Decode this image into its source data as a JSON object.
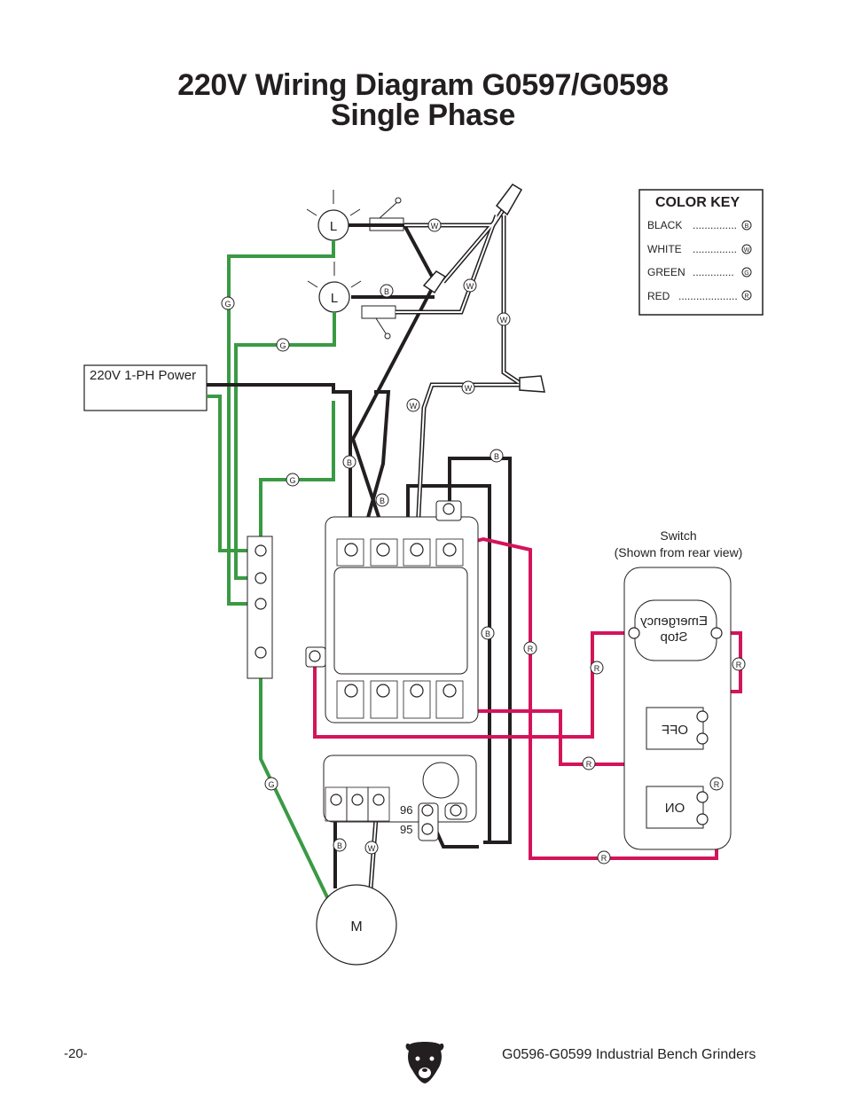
{
  "title": {
    "line1": "220V Wiring Diagram G0597/G0598",
    "line2": "Single Phase"
  },
  "color_key": {
    "heading": "COLOR KEY",
    "entries": [
      {
        "name": "BLACK",
        "dots": "...............",
        "code": "B",
        "color": "#231f20"
      },
      {
        "name": "WHITE",
        "dots": "...............",
        "code": "W",
        "color": "#ffffff"
      },
      {
        "name": "GREEN",
        "dots": "..............",
        "code": "G",
        "color": "#3a9a44"
      },
      {
        "name": "RED",
        "dots": "....................",
        "code": "R",
        "color": "#d4145a"
      }
    ]
  },
  "power_label": "220V 1-PH Power",
  "lamp_label": "L",
  "motor_label": "M",
  "switch": {
    "caption_line1": "Switch",
    "caption_line2": "(Shown from rear view)",
    "emergency_line1": "Emergency",
    "emergency_line2": "Stop",
    "off_label": "OFF",
    "on_label": "ON"
  },
  "terminals": {
    "t96": "96",
    "t95": "95"
  },
  "wire_tags": {
    "B": "B",
    "W": "W",
    "G": "G",
    "R": "R"
  },
  "footer": {
    "page": "-20-",
    "product": "G0596-G0599 Industrial Bench Grinders"
  }
}
